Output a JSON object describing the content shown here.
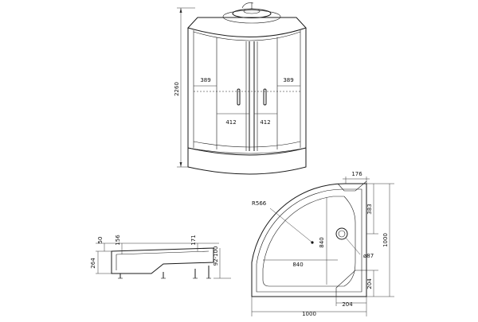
{
  "elevation": {
    "height_label": "2260",
    "left_panel_width": "389",
    "right_panel_width": "389",
    "left_door_width": "412",
    "right_door_width": "412"
  },
  "side_view": {
    "d_50": "50",
    "d_156": "156",
    "d_171": "171",
    "d_264": "264",
    "d_92_100": "92-100"
  },
  "plan": {
    "radius": "R566",
    "top_right": "176",
    "side_upper": "383",
    "overall_height": "1000",
    "center_vertical": "840",
    "center_horizontal": "840",
    "drain": "ø87",
    "corner_right": "204",
    "corner_bottom": "204",
    "overall_width": "1000"
  }
}
